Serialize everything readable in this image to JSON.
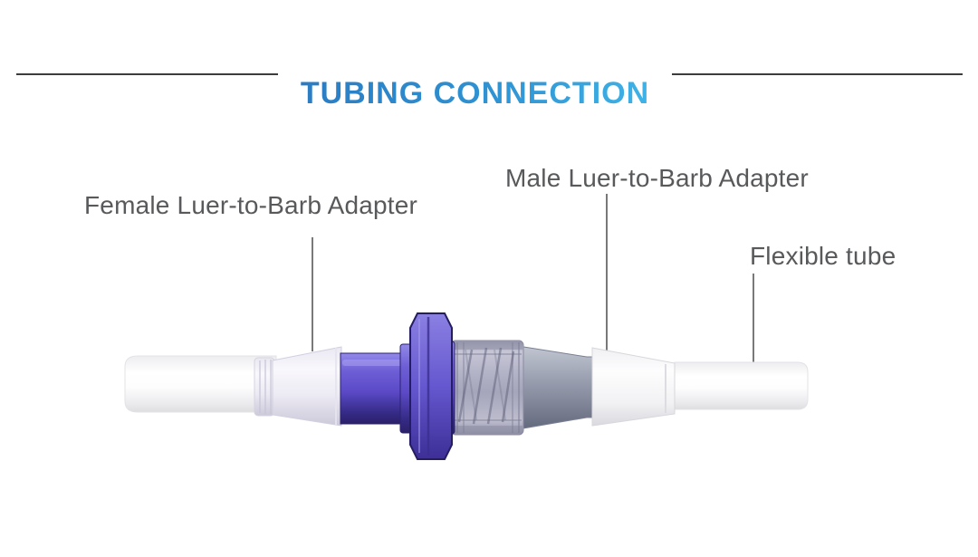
{
  "header": {
    "title": "TUBING CONNECTION"
  },
  "labels": {
    "female_adapter": "Female Luer-to-Barb Adapter",
    "male_adapter": "Male Luer-to-Barb Adapter",
    "flexible_tube": "Flexible tube"
  },
  "colors": {
    "title_gradient_start": "#2a79c1",
    "title_gradient_end": "#41b7e9",
    "label_text": "#58595b",
    "leader_line": "#4c4c4c",
    "divider_line": "#3c3c3c",
    "connector_purple": "#5b49c6",
    "lock_nut_gray": "#a5a5bb",
    "tube_white": "#ffffff"
  }
}
